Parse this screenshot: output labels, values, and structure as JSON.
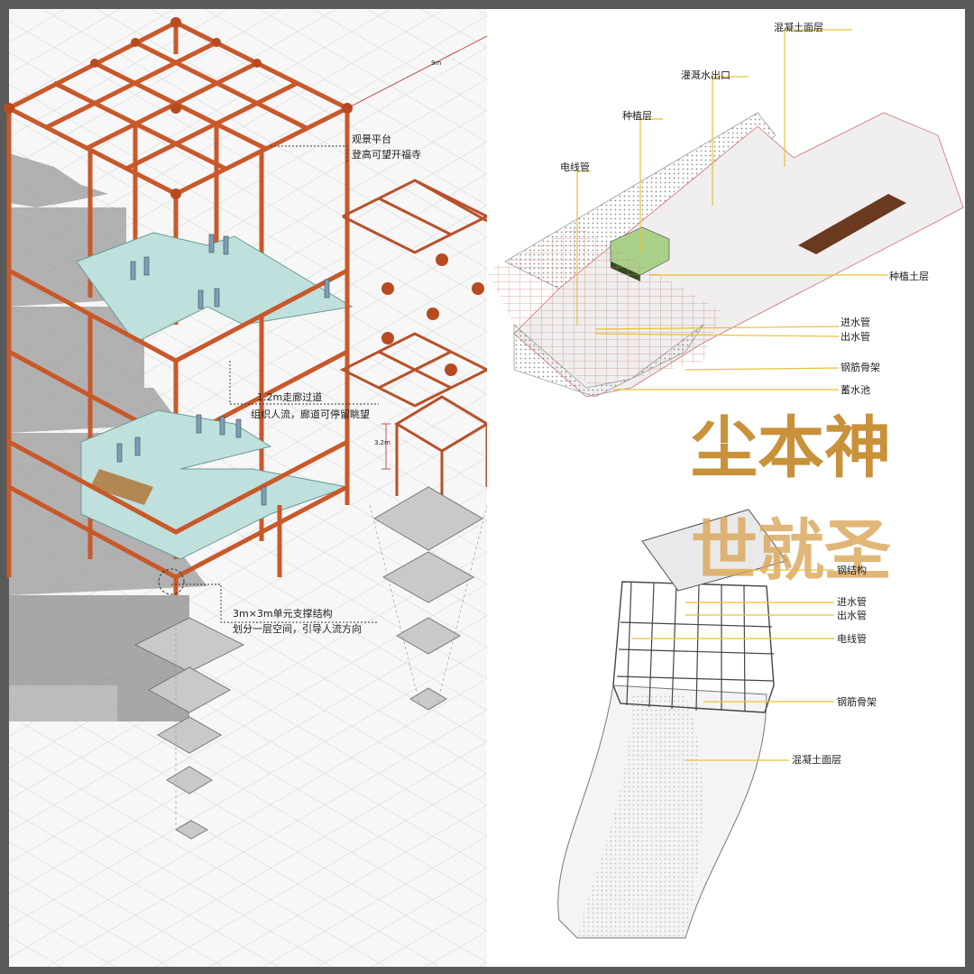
{
  "left_panel": {
    "dim_top": "9m",
    "dim_height": "3.2m",
    "notes": [
      {
        "line1": "观景平台",
        "line2": "登高可望开福寺"
      },
      {
        "line1": "1.2m走廊过道",
        "line2": "组织人流，廊道可停留眺望"
      },
      {
        "line1": "3m×3m单元支撑结构",
        "line2": "划分一层空间，引导人流方向"
      }
    ]
  },
  "top_right": {
    "labels": [
      "混凝土面层",
      "灌溉水出口",
      "种植层",
      "电线管",
      "种植土层",
      "进水管",
      "出水管",
      "钢筋骨架",
      "蓄水池"
    ]
  },
  "slogan": {
    "line1": "尘本神",
    "line2": "世就圣"
  },
  "bottom_right": {
    "labels": [
      "钢结构",
      "进水管",
      "出水管",
      "电线管",
      "钢筋骨架",
      "混凝土面层"
    ]
  },
  "colors": {
    "frame": "#c9582a",
    "platform": "#bfe0dc",
    "leader": "#e6c13a",
    "slogan": "#c9913a"
  }
}
